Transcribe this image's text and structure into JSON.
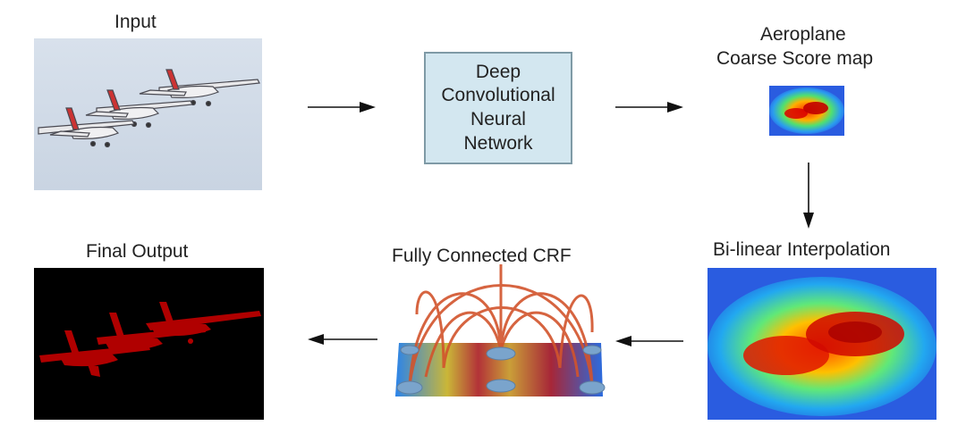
{
  "labels": {
    "input": "Input",
    "dcnn": "Deep\nConvolutional\nNeural\nNetwork",
    "coarse_title": "Aeroplane",
    "coarse_subtitle": "Coarse Score map",
    "bilinear": "Bi-linear Interpolation",
    "crf": "Fully Connected CRF",
    "final": "Final Output"
  },
  "colors": {
    "box_fill": "#d3e7f0",
    "box_border": "#7f9aa6",
    "heat_low": "#2a3cd8",
    "heat_high": "#d80000",
    "crf_edges": "#d2542c",
    "final_bg": "#000000",
    "final_planes": "#b00000"
  },
  "flow": [
    "Input",
    "Deep Convolutional Neural Network",
    "Aeroplane Coarse Score map",
    "Bi-linear Interpolation",
    "Fully Connected CRF",
    "Final Output"
  ]
}
